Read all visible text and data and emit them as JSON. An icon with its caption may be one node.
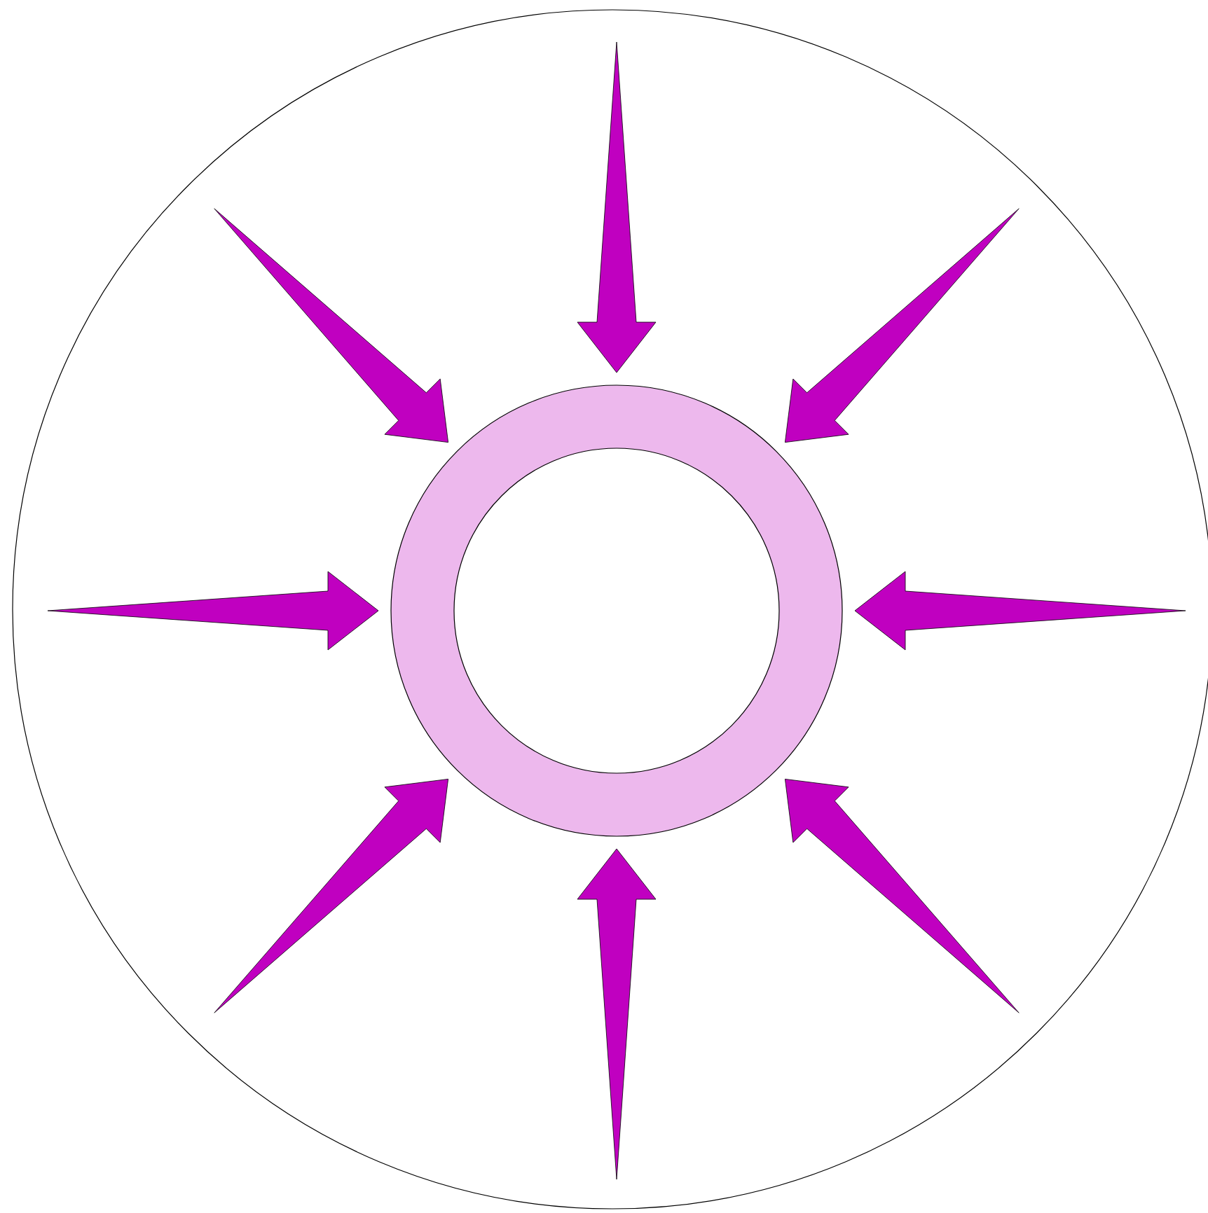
{
  "diagram": {
    "nodes": [
      {
        "text": [],
        "shape": "circle"
      },
      {
        "text": [],
        "shape": "ring",
        "in": 0
      }
    ]
  }
}
